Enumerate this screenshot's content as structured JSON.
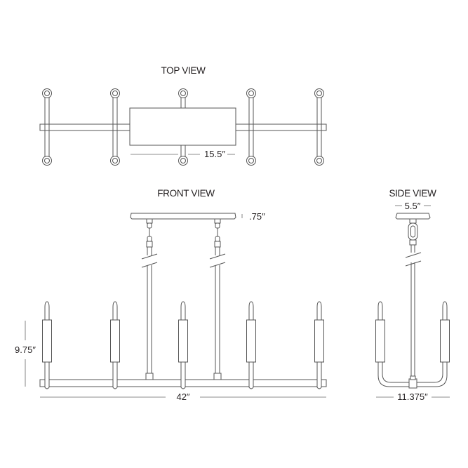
{
  "views": {
    "top": {
      "title": "TOP VIEW",
      "canopy_width": "15.5″"
    },
    "front": {
      "title": "FRONT VIEW",
      "canopy_height": ".75″",
      "height": "9.75″",
      "width": "42″"
    },
    "side": {
      "title": "SIDE VIEW",
      "canopy_width": "5.5″",
      "depth": "11.375″"
    }
  },
  "arms_count": 5
}
